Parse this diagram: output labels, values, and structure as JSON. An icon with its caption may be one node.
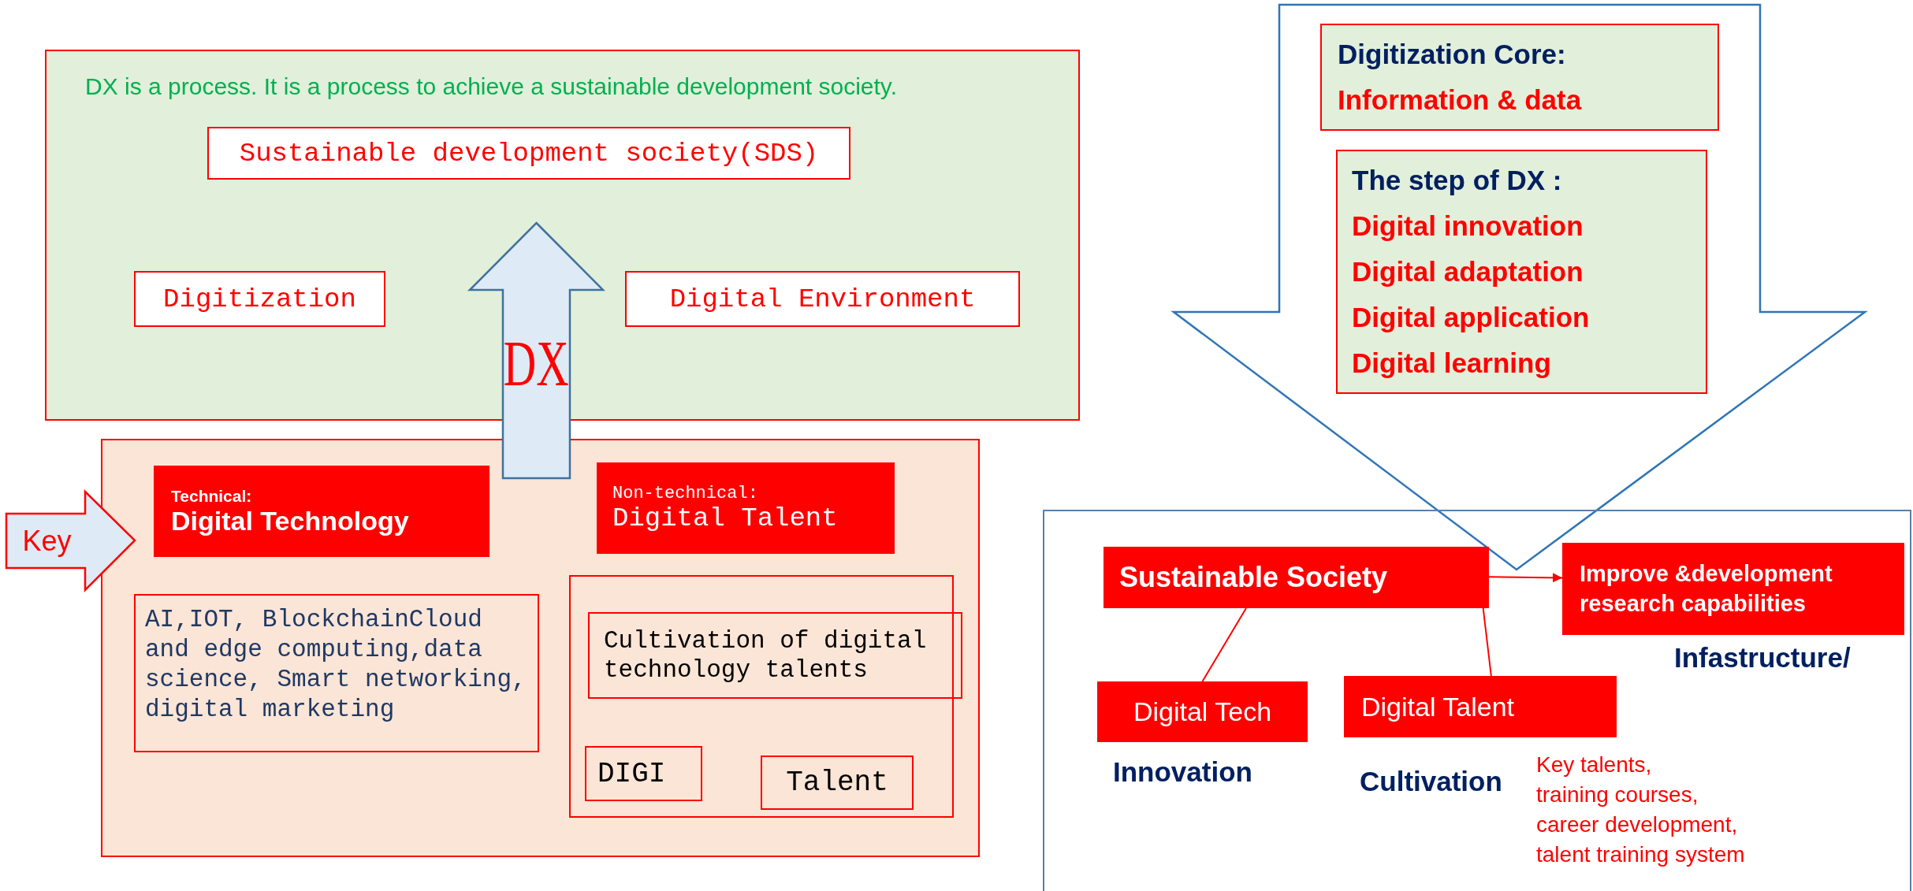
{
  "diagram": {
    "nodes": [
      {
        "text": [
          "DX is a process. It is a process to achieve a sustainable development society."
        ]
      },
      {
        "text": [
          "Sustainable development society(SDS)"
        ],
        "in": 0
      },
      {
        "text": [
          "Digitization"
        ],
        "in": 0
      },
      {
        "text": [
          "Digital Environment"
        ],
        "in": 0
      },
      {
        "text": [
          "DX"
        ]
      },
      {
        "text": [
          "Key"
        ]
      },
      {
        "text": [],
        "shape": "box"
      },
      {
        "text": [
          "Technical:",
          "Digital Technology"
        ],
        "in": 6
      },
      {
        "text": [
          "Non-technical:",
          "Digital Talent"
        ],
        "in": 6
      },
      {
        "text": [
          "AI,IOT, BlockchainCloud and edge computing,data science, Smart networking, digital marketing"
        ],
        "in": 6
      },
      {
        "text": [],
        "shape": "box",
        "in": 6
      },
      {
        "text": [
          "Cultivation of digital technology talents"
        ],
        "in": 10
      },
      {
        "text": [
          "DIGI"
        ],
        "in": 10
      },
      {
        "text": [
          "Talent"
        ],
        "in": 10
      },
      {
        "text": [],
        "shape": "arrow"
      },
      {
        "text": [
          "Digitization Core:",
          "Information & data"
        ],
        "in": 14
      },
      {
        "text": [
          "The step of DX :",
          "Digital innovation",
          "Digital adaptation",
          "Digital application",
          "Digital learning"
        ],
        "in": 14
      },
      {
        "text": [],
        "shape": "box"
      },
      {
        "text": [
          "Sustainable Society"
        ],
        "in": 17
      },
      {
        "text": [
          "Improve &development research capabilities"
        ],
        "in": 17,
        "beside": [
          "Infastructure/"
        ]
      },
      {
        "text": [
          "Digital Tech"
        ],
        "in": 17,
        "beside": [
          "Innovation"
        ]
      },
      {
        "text": [
          "Digital Talent"
        ],
        "in": 17,
        "beside": [
          "Cultivation",
          "Key talents,",
          "training courses,",
          "career development,",
          "talent training system"
        ]
      }
    ],
    "edges": [
      {
        "from": 18,
        "to": 19,
        "arrow": "to"
      },
      {
        "from": 18,
        "to": 20,
        "arrow": "none"
      },
      {
        "from": 18,
        "to": 21,
        "arrow": "none"
      }
    ]
  }
}
